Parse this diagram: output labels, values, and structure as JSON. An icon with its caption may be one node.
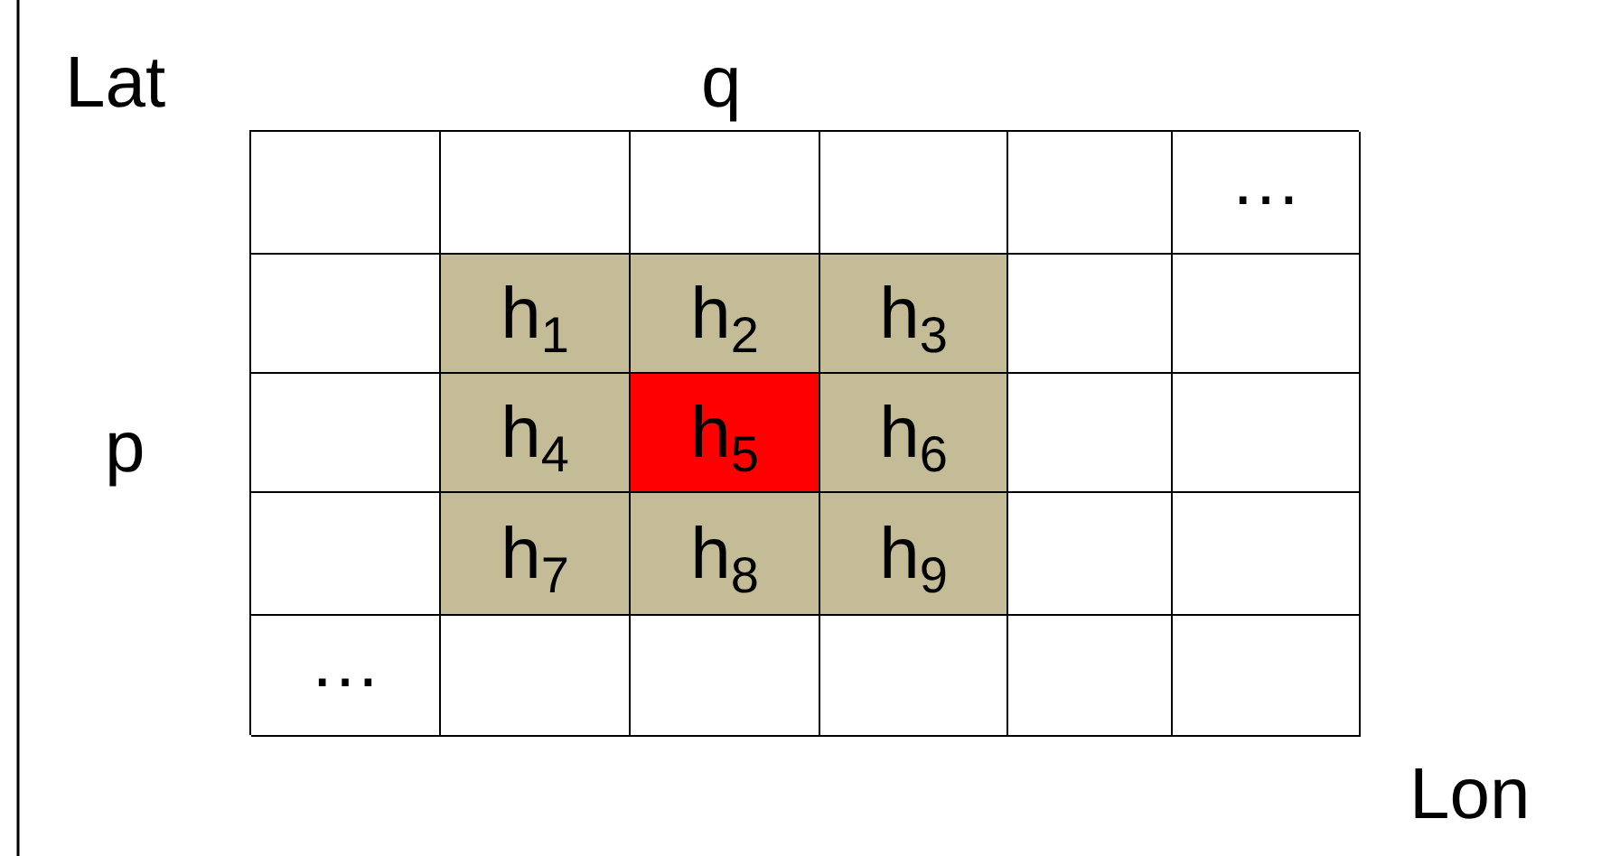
{
  "diagram": {
    "labels": [
      "Lat",
      "q",
      "…",
      "h$_{1}$",
      "h$_{2}$",
      "h$_{3}$",
      "p",
      "h$_{4}$",
      "h$_{5}$",
      "h$_{6}$",
      "h$_{7}$",
      "h$_{8}$",
      "h$_{9}$",
      "…",
      "Lon"
    ]
  }
}
